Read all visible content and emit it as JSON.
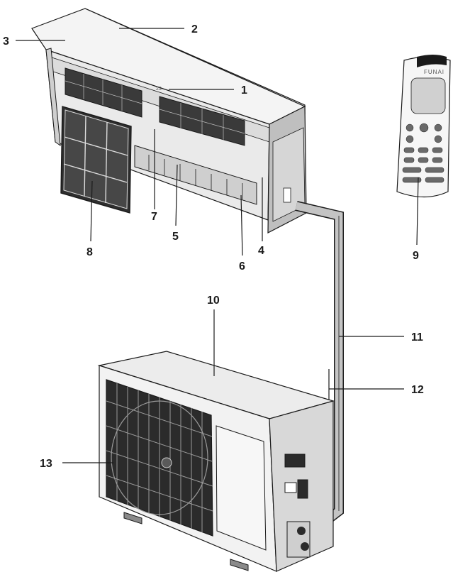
{
  "diagram": {
    "remote_brand": "FUNAI",
    "callouts": [
      {
        "id": "1",
        "label": "1"
      },
      {
        "id": "2",
        "label": "2"
      },
      {
        "id": "3",
        "label": "3"
      },
      {
        "id": "4",
        "label": "4"
      },
      {
        "id": "5",
        "label": "5"
      },
      {
        "id": "6",
        "label": "6"
      },
      {
        "id": "7",
        "label": "7"
      },
      {
        "id": "8",
        "label": "8"
      },
      {
        "id": "9",
        "label": "9"
      },
      {
        "id": "10",
        "label": "10"
      },
      {
        "id": "11",
        "label": "11"
      },
      {
        "id": "12",
        "label": "12"
      },
      {
        "id": "13",
        "label": "13"
      }
    ]
  },
  "colors": {
    "outline": "#1a1a1a",
    "body_light": "#f2f2f2",
    "body_mid": "#d9d9d9",
    "body_dark": "#8a8a8a",
    "grille": "#2b2b2b",
    "pipe": "#bdbdbd"
  }
}
